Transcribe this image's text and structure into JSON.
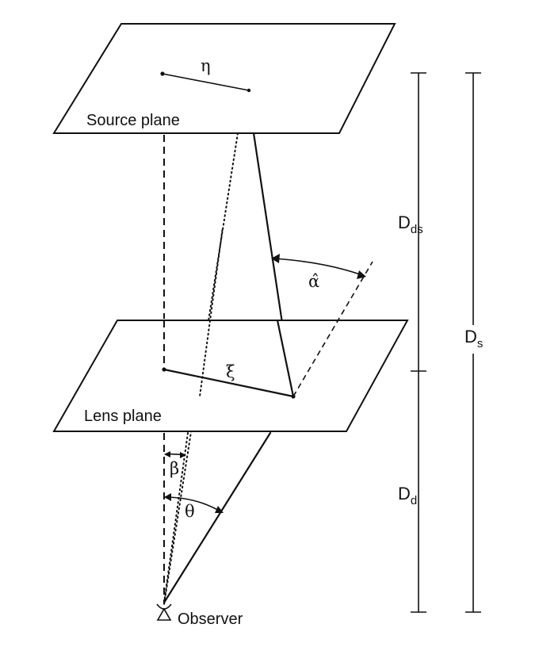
{
  "labels": {
    "source_plane": "Source plane",
    "lens_plane": "Lens plane",
    "observer": "Observer",
    "eta": "η",
    "xi": "ξ",
    "alpha_hat": "α̂",
    "beta": "β",
    "theta": "θ"
  },
  "distances": {
    "dds": {
      "main": "D",
      "sub": "ds"
    },
    "ds": {
      "main": "D",
      "sub": "s"
    },
    "dd": {
      "main": "D",
      "sub": "d"
    }
  }
}
